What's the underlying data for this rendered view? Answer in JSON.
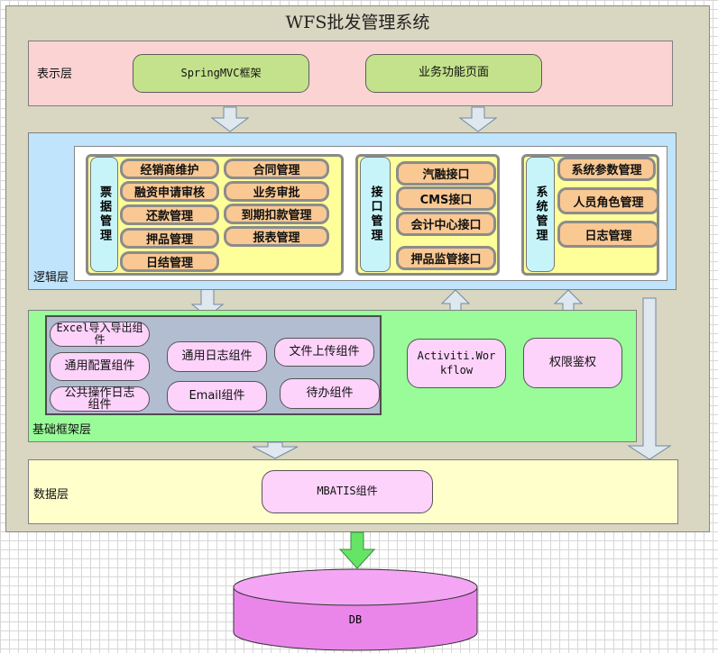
{
  "title": "WFS批发管理系统",
  "presentation": {
    "label": "表示层",
    "springmvc": "SpringMVC框架",
    "pages": "业务功能页面"
  },
  "logic": {
    "label": "逻辑层",
    "bill": {
      "label": "票据管理",
      "items": [
        "经销商维护",
        "合同管理",
        "融资申请审核",
        "业务审批",
        "还款管理",
        "到期扣款管理",
        "押品管理",
        "报表管理",
        "日结管理"
      ]
    },
    "interface": {
      "label": "接口管理",
      "items": [
        "汽融接口",
        "CMS接口",
        "会计中心接口",
        "押品监管接口"
      ]
    },
    "system": {
      "label": "系统管理",
      "items": [
        "系统参数管理",
        "人员角色管理",
        "日志管理"
      ]
    }
  },
  "base": {
    "label": "基础框架层",
    "excel": "Excel导入导出组件",
    "config": "通用配置组件",
    "oplog": "公共操作日志组件",
    "log": "通用日志组件",
    "email": "Email组件",
    "upload": "文件上传组件",
    "todo": "待办组件",
    "activiti": "Activiti.Workflow",
    "auth": "权限鉴权"
  },
  "data": {
    "label": "数据层",
    "mbatis": "MBATIS组件"
  },
  "db": "DB",
  "colors": {
    "presentation_bg": "#fcd3d3",
    "logic_bg": "#bfe4fb",
    "base_bg": "#99fc99",
    "data_bg": "#ffffcc",
    "db_fill": "#ea86ea",
    "arrow_fill": "#dfe7ef",
    "db_arrow_fill": "#66e466"
  }
}
